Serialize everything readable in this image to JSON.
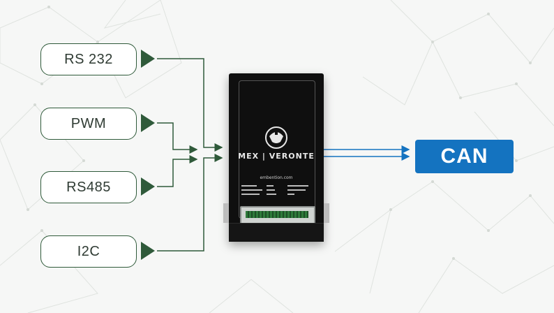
{
  "inputs": [
    {
      "label": "RS 232"
    },
    {
      "label": "PWM"
    },
    {
      "label": "RS485"
    },
    {
      "label": "I2C"
    }
  ],
  "output": {
    "label": "CAN"
  },
  "device": {
    "brand_text": "MEX | VERONTE",
    "url": "embention.com"
  },
  "colors": {
    "input_line": "#2f5a3a",
    "output_line": "#1473c0",
    "can_fill": "#1473c0",
    "background": "#f6f7f6",
    "network_lines": "#dfe3df"
  }
}
